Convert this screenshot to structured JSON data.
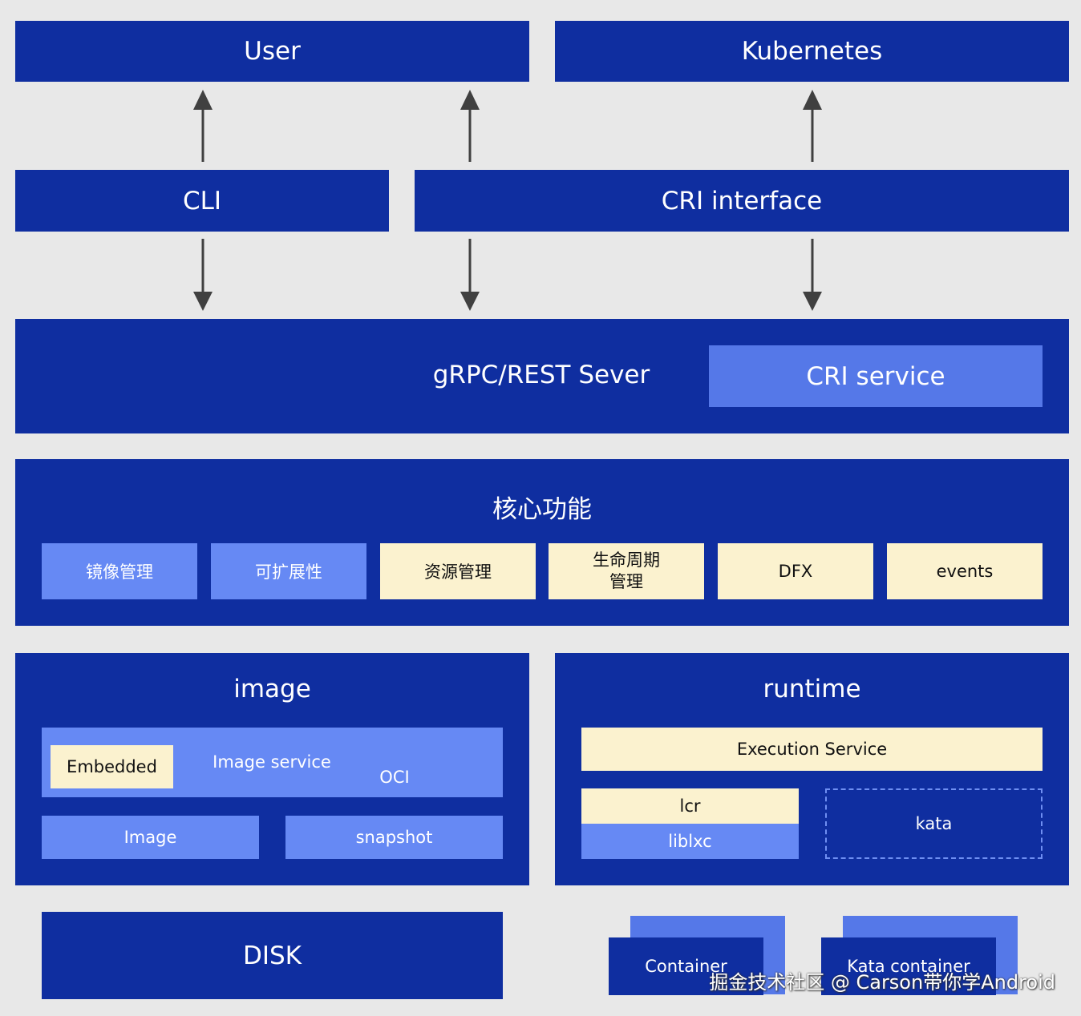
{
  "top": {
    "user": "User",
    "kubernetes": "Kubernetes",
    "cli": "CLI",
    "cri_interface": "CRI interface"
  },
  "server": {
    "label": "gRPC/REST Sever",
    "cri_service": "CRI service"
  },
  "core": {
    "title": "核心功能",
    "items": [
      "镜像管理",
      "可扩展性",
      "资源管理",
      "生命周期\n管理",
      "DFX",
      "events"
    ]
  },
  "image": {
    "title": "image",
    "embedded": "Embedded",
    "image_service": "Image service",
    "oci": "OCI",
    "image": "Image",
    "snapshot": "snapshot"
  },
  "runtime": {
    "title": "runtime",
    "execution_service": "Execution Service",
    "lcr": "lcr",
    "liblxc": "liblxc",
    "kata": "kata"
  },
  "bottom": {
    "disk": "DISK",
    "container": "Container",
    "kata_container": "Kata container"
  },
  "watermark": "掘金技术社区 @ Carson带你学Android",
  "colors": {
    "dark_blue": "#0f2ea0",
    "mid_blue": "#5578e8",
    "light_blue": "#6689f4",
    "cream": "#fbf2cf",
    "background": "#e8e8e8"
  }
}
